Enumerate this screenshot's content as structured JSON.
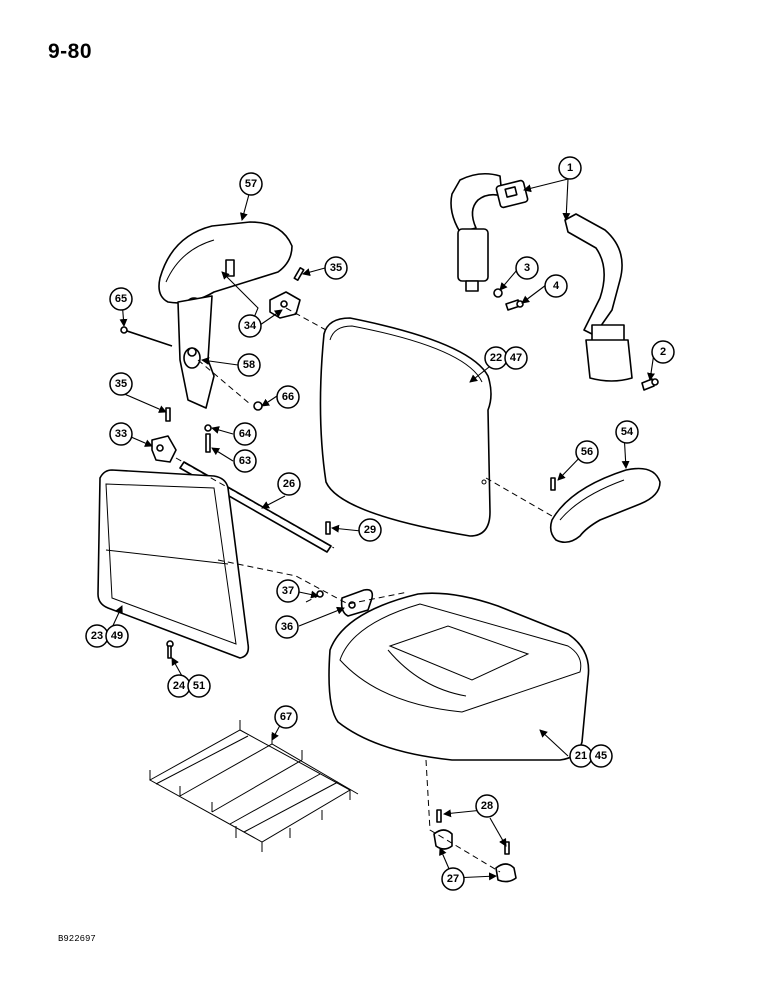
{
  "page_number": "9-80",
  "document_code": "B922697",
  "callouts": [
    "1",
    "2",
    "3",
    "4",
    "21",
    "45",
    "22",
    "47",
    "23",
    "49",
    "24",
    "51",
    "26",
    "27",
    "28",
    "29",
    "33",
    "34",
    "35",
    "35",
    "36",
    "37",
    "54",
    "56",
    "57",
    "58",
    "63",
    "64",
    "65",
    "66",
    "67"
  ]
}
